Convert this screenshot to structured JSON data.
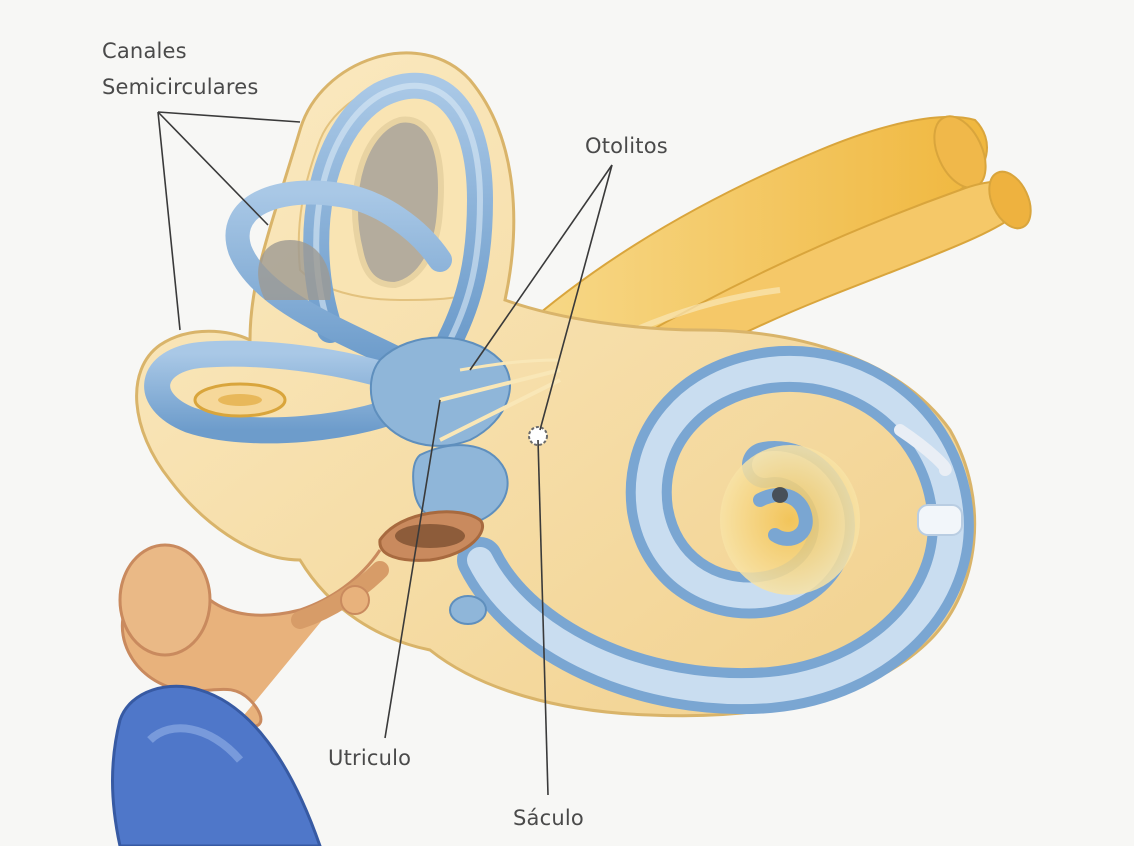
{
  "labels": {
    "canales_line1": "Canales",
    "canales_line2": "Semicirculares",
    "otolitos": "Otolitos",
    "utriculo": "Utriculo",
    "saculo": "Sáculo"
  },
  "colors": {
    "background": "#f7f7f5",
    "bone": "#f6dfa8",
    "bone_edge": "#d9b46a",
    "canal_blue": "#8fb6d9",
    "canal_dark": "#5f8fbd",
    "nerve": "#f3c35c",
    "ossicle": "#e8b27c",
    "eardrum": "#4f77c9",
    "leader_line": "#3a3a3a",
    "label_text": "#4a4a4a"
  }
}
